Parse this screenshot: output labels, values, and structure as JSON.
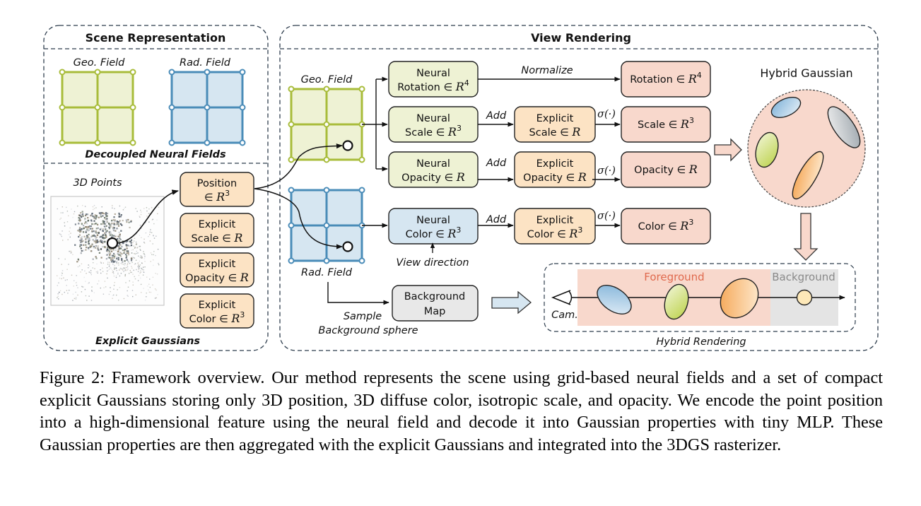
{
  "figure": {
    "scene_panel": {
      "title": "Scene Representation",
      "neural_fields": {
        "geo_label": "Geo.  Field",
        "rad_label": "Rad. Field",
        "section_label": "Decoupled Neural Fields"
      },
      "explicit": {
        "points_label": "3D Points",
        "section_label": "Explicit Gaussians",
        "boxes": [
          {
            "line1": "Position",
            "line2": "∈ ",
            "sym": "R",
            "sup": "3"
          },
          {
            "line1": "Explicit",
            "line2": "Scale ∈ ",
            "sym": "R",
            "sup": ""
          },
          {
            "line1": "Explicit",
            "line2": "Opacity ∈ ",
            "sym": "R",
            "sup": ""
          },
          {
            "line1": "Explicit",
            "line2": "Color ∈ ",
            "sym": "R",
            "sup": "3"
          }
        ]
      }
    },
    "view_panel": {
      "title": "View Rendering",
      "geo_label": "Geo.  Field",
      "rad_label": "Rad. Field",
      "neural_boxes": [
        {
          "line1": "Neural",
          "line2": "Rotation ∈ ",
          "sym": "R",
          "sup": "4"
        },
        {
          "line1": "Neural",
          "line2": "Scale ∈ ",
          "sym": "R",
          "sup": "3"
        },
        {
          "line1": "Neural",
          "line2": "Opacity ∈ ",
          "sym": "R",
          "sup": ""
        },
        {
          "line1": "Neural",
          "line2": "Color ∈ ",
          "sym": "R",
          "sup": "3"
        }
      ],
      "explicit_boxes": [
        {
          "line1": "Explicit",
          "line2": "Scale ∈ ",
          "sym": "R",
          "sup": ""
        },
        {
          "line1": "Explicit",
          "line2": "Opacity ∈ ",
          "sym": "R",
          "sup": ""
        },
        {
          "line1": "Explicit",
          "line2": "Color ∈ ",
          "sym": "R",
          "sup": "3"
        }
      ],
      "output_boxes": [
        {
          "line": "Rotation ∈ ",
          "sym": "R",
          "sup": "4"
        },
        {
          "line": "Scale ∈ ",
          "sym": "R",
          "sup": "3"
        },
        {
          "line": "Opacity ∈ ",
          "sym": "R",
          "sup": ""
        },
        {
          "line": "Color ∈ ",
          "sym": "R",
          "sup": "3"
        }
      ],
      "edge_labels": {
        "normalize": "Normalize",
        "add": "Add",
        "sigma": "σ(·)",
        "view_direction": "View direction",
        "sample": "Sample",
        "background_sphere": "Background sphere"
      },
      "background_map": {
        "line1": "Background",
        "line2": "Map"
      },
      "hybrid_gaussian_label": "Hybrid Gaussian",
      "hybrid_rendering": {
        "label": "Hybrid Rendering",
        "foreground": "Foreground",
        "background": "Background",
        "cam": "Cam."
      }
    },
    "colors": {
      "geo_fill": "#eef2d4",
      "geo_stroke": "#a8bc3a",
      "rad_fill": "#d6e6f1",
      "rad_stroke": "#4a8cb8",
      "neural_box": "#eef2d4",
      "neural_color_box": "#d6e6f1",
      "explicit_box": "#fce3c4",
      "output_box": "#f8d8cc",
      "bg_box": "#e8e8e8",
      "foreground_text": "#e06a4e",
      "background_text": "#8a8a8a"
    }
  },
  "caption": "Figure 2: Framework overview. Our method represents the scene using grid-based neural fields and a set of compact explicit Gaussians storing only 3D position, 3D diffuse color, isotropic scale, and opacity.  We encode the point position into a high-dimensional feature using the neural field and decode it into Gaussian properties with tiny MLP. These Gaussian properties are then aggregated with the explicit Gaussians and integrated into the 3DGS rasterizer."
}
